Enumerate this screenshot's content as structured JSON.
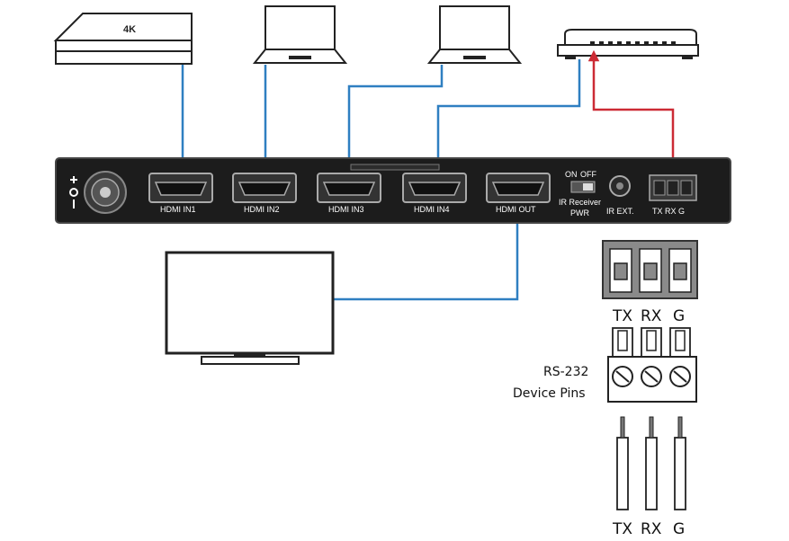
{
  "devices": {
    "media_box_badge": "4K"
  },
  "panel": {
    "ports": {
      "hdmi_in1": "HDMI IN1",
      "hdmi_in2": "HDMI IN2",
      "hdmi_in3": "HDMI IN3",
      "hdmi_in4": "HDMI IN4",
      "hdmi_out": "HDMI OUT"
    },
    "power_switch": {
      "on": "ON",
      "off": "OFF",
      "label": "PWR"
    },
    "ir_receiver": "IR Receiver",
    "ir_ext": "IR EXT.",
    "serial_label": "TX RX  G"
  },
  "connector_detail": {
    "top_pins": [
      "TX",
      "RX",
      "G"
    ],
    "device_pins_line1": "RS-232",
    "device_pins_line2": "Device Pins",
    "bottom_pins": [
      "TX",
      "RX",
      "G"
    ]
  },
  "colors": {
    "video_cable": "#2f7fc1",
    "rs232_cable": "#cc2b35",
    "panel": "#1c1c1c"
  }
}
